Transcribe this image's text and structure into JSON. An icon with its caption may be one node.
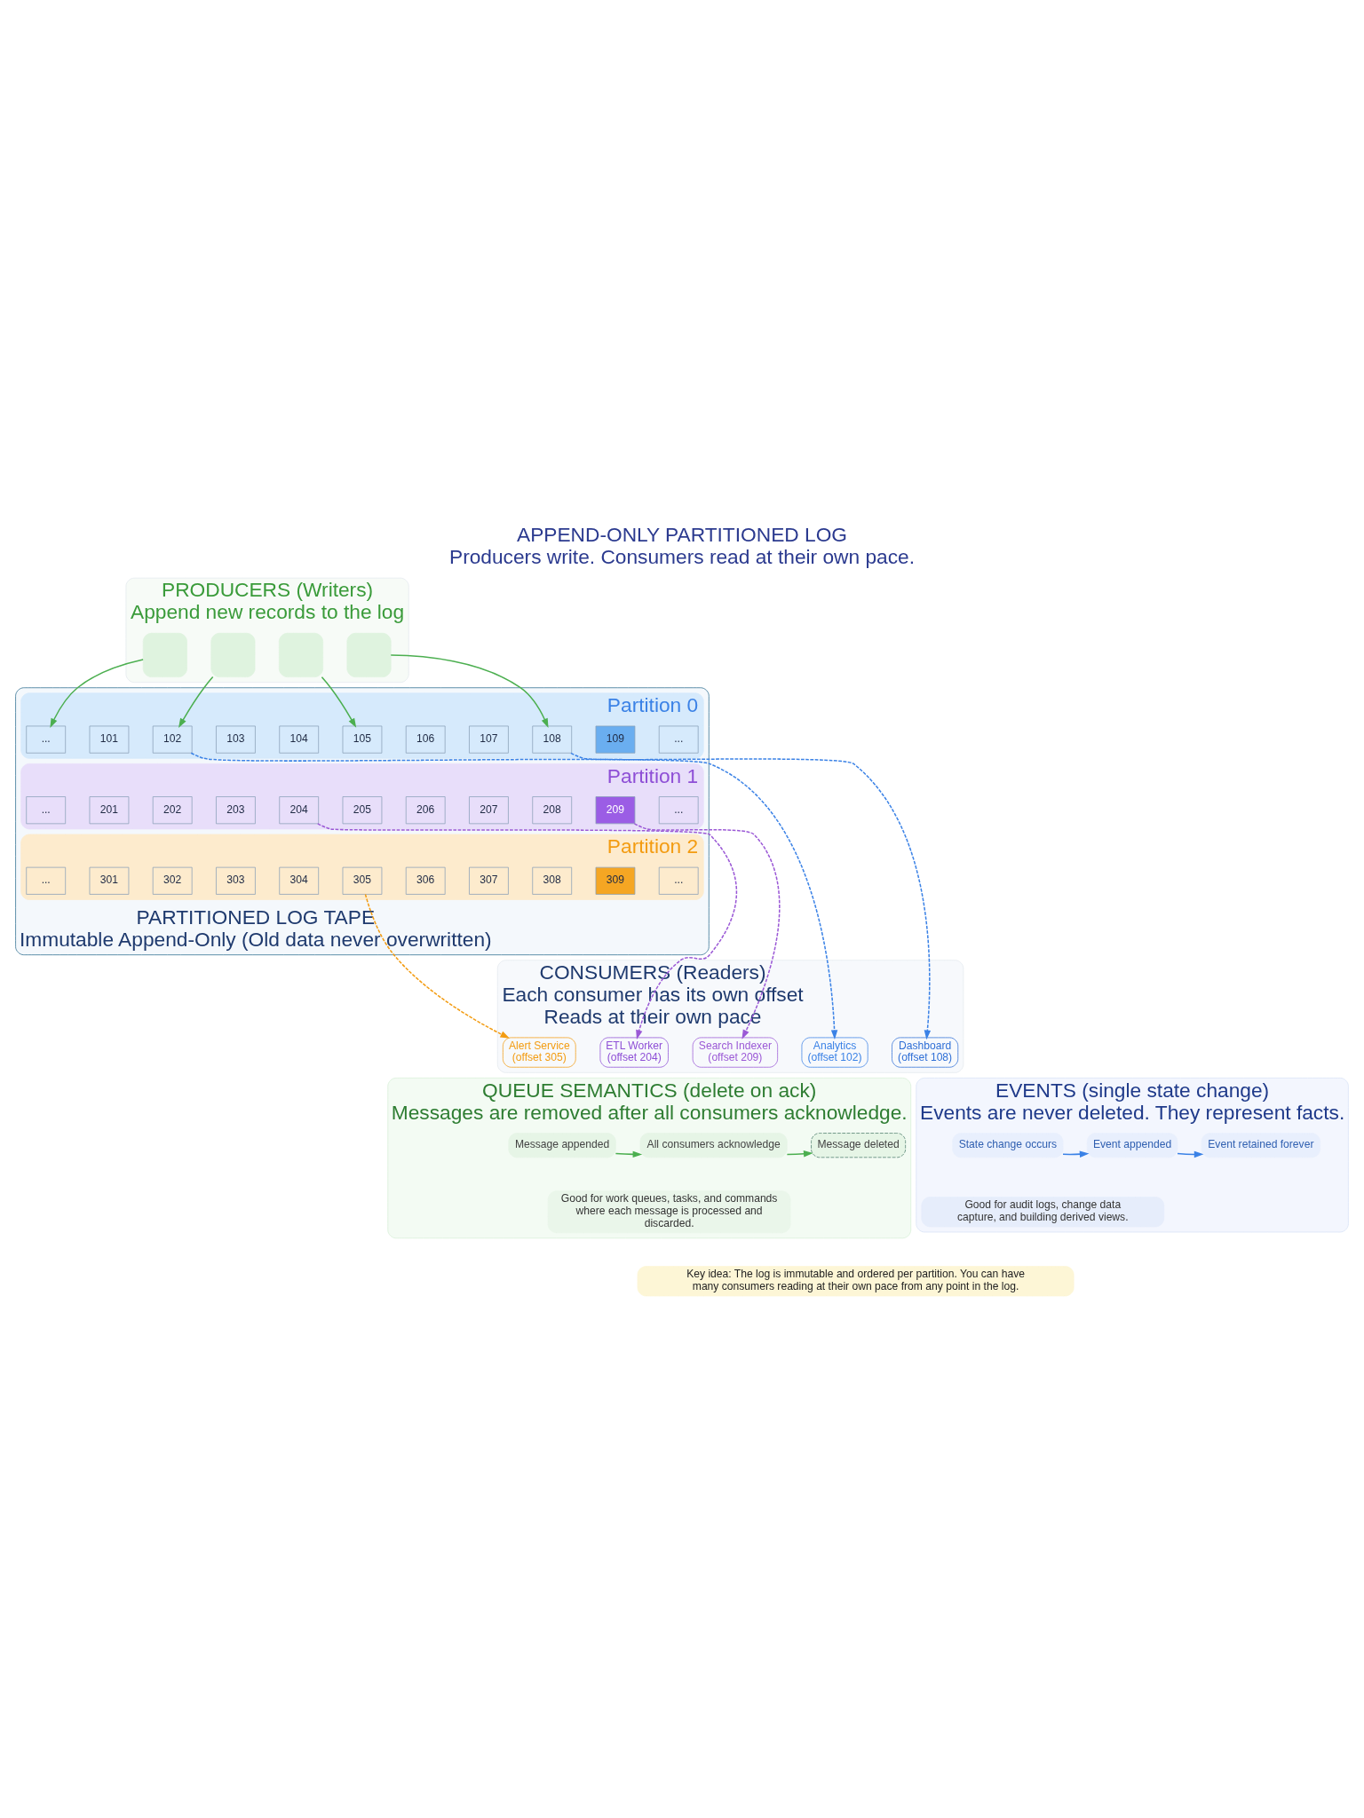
{
  "diagram": {
    "title": "APPEND-ONLY PARTITIONED LOG",
    "caption": "Producers write. Consumers read at their own pace.",
    "nodes": [
      {
        "text": [
          "PRODUCERS (Writers)",
          "Append new records to the log"
        ]
      },
      {
        "text": [],
        "shape": "box",
        "in": 0
      },
      {
        "text": [],
        "shape": "box",
        "in": 0
      },
      {
        "text": [],
        "shape": "box",
        "in": 0
      },
      {
        "text": [],
        "shape": "box",
        "in": 0
      },
      {
        "text": [
          "PARTITIONED LOG TAPE",
          "Immutable Append-Only (Old data never overwritten)"
        ]
      },
      {
        "text": [
          "Partition 0"
        ],
        "in": 5
      },
      {
        "text": [
          "..."
        ],
        "in": 6
      },
      {
        "text": [
          "101"
        ],
        "in": 6
      },
      {
        "text": [
          "102"
        ],
        "in": 6
      },
      {
        "text": [
          "103"
        ],
        "in": 6
      },
      {
        "text": [
          "104"
        ],
        "in": 6
      },
      {
        "text": [
          "105"
        ],
        "in": 6
      },
      {
        "text": [
          "106"
        ],
        "in": 6
      },
      {
        "text": [
          "107"
        ],
        "in": 6
      },
      {
        "text": [
          "108"
        ],
        "in": 6
      },
      {
        "text": [
          "109"
        ],
        "in": 6
      },
      {
        "text": [
          "..."
        ],
        "in": 6
      },
      {
        "text": [
          "Partition 1"
        ],
        "in": 5
      },
      {
        "text": [
          "..."
        ],
        "in": 18
      },
      {
        "text": [
          "201"
        ],
        "in": 18
      },
      {
        "text": [
          "202"
        ],
        "in": 18
      },
      {
        "text": [
          "203"
        ],
        "in": 18
      },
      {
        "text": [
          "204"
        ],
        "in": 18
      },
      {
        "text": [
          "205"
        ],
        "in": 18
      },
      {
        "text": [
          "206"
        ],
        "in": 18
      },
      {
        "text": [
          "207"
        ],
        "in": 18
      },
      {
        "text": [
          "208"
        ],
        "in": 18
      },
      {
        "text": [
          "209"
        ],
        "in": 18
      },
      {
        "text": [
          "..."
        ],
        "in": 18
      },
      {
        "text": [
          "Partition 2"
        ],
        "in": 5
      },
      {
        "text": [
          "..."
        ],
        "in": 30
      },
      {
        "text": [
          "301"
        ],
        "in": 30
      },
      {
        "text": [
          "302"
        ],
        "in": 30
      },
      {
        "text": [
          "303"
        ],
        "in": 30
      },
      {
        "text": [
          "304"
        ],
        "in": 30
      },
      {
        "text": [
          "305"
        ],
        "in": 30
      },
      {
        "text": [
          "306"
        ],
        "in": 30
      },
      {
        "text": [
          "307"
        ],
        "in": 30
      },
      {
        "text": [
          "308"
        ],
        "in": 30
      },
      {
        "text": [
          "309"
        ],
        "in": 30
      },
      {
        "text": [
          "..."
        ],
        "in": 30
      },
      {
        "text": [
          "CONSUMERS (Readers)",
          "Each consumer has its own offset",
          "Reads at their own pace"
        ]
      },
      {
        "text": [
          "Analytics",
          "(offset 102)"
        ],
        "in": 42
      },
      {
        "text": [
          "ETL Worker",
          "(offset 204)"
        ],
        "in": 42
      },
      {
        "text": [
          "Alert Service",
          "(offset 305)"
        ],
        "in": 42
      },
      {
        "text": [
          "Dashboard",
          "(offset 108)"
        ],
        "in": 42
      },
      {
        "text": [
          "Search Indexer",
          "(offset 209)"
        ],
        "in": 42
      },
      {
        "text": [
          "QUEUE SEMANTICS (delete on ack)",
          "Messages are removed after all consumers acknowledge."
        ]
      },
      {
        "text": [
          "Message appended"
        ],
        "in": 48
      },
      {
        "text": [
          "All consumers acknowledge"
        ],
        "in": 48
      },
      {
        "text": [
          "Message deleted"
        ],
        "in": 48
      },
      {
        "text": [
          "Good for work queues, tasks, and commands where each message is processed and discarded."
        ],
        "in": 48
      },
      {
        "text": [
          "EVENTS (single state change)",
          "Events are never deleted. They represent facts."
        ]
      },
      {
        "text": [
          "State change occurs"
        ],
        "in": 53
      },
      {
        "text": [
          "Event appended"
        ],
        "in": 53
      },
      {
        "text": [
          "Event retained forever"
        ],
        "in": 53
      },
      {
        "text": [
          "Good for audit logs, change data capture, and building derived views."
        ],
        "in": 53
      },
      {
        "text": [
          "Key idea: The log is immutable and ordered per partition. You can have many consumers reading at their own pace from any point in the log."
        ]
      }
    ],
    "edges": [
      {
        "from": 1,
        "to": 7,
        "arrow": "to",
        "color": "#4caf50"
      },
      {
        "from": 2,
        "to": 9,
        "arrow": "to",
        "color": "#4caf50"
      },
      {
        "from": 3,
        "to": 12,
        "arrow": "to",
        "color": "#4caf50"
      },
      {
        "from": 4,
        "to": 15,
        "arrow": "to",
        "color": "#4caf50"
      },
      {
        "from": 9,
        "to": 43,
        "arrow": "to",
        "style": "dashed",
        "color": "#3b82e6"
      },
      {
        "from": 23,
        "to": 44,
        "arrow": "to",
        "style": "dashed",
        "color": "#9b59d6"
      },
      {
        "from": 36,
        "to": 45,
        "arrow": "to",
        "style": "dashed",
        "color": "#f39c12"
      },
      {
        "from": 15,
        "to": 46,
        "arrow": "to",
        "style": "dashed",
        "color": "#3b82e6"
      },
      {
        "from": 28,
        "to": 47,
        "arrow": "to",
        "style": "dashed",
        "color": "#9b59d6"
      },
      {
        "from": 49,
        "to": 50,
        "arrow": "to",
        "color": "#4caf50"
      },
      {
        "from": 50,
        "to": 51,
        "arrow": "to",
        "color": "#4caf50"
      },
      {
        "from": 54,
        "to": 55,
        "arrow": "to",
        "color": "#3b82e6"
      },
      {
        "from": 55,
        "to": 56,
        "arrow": "to",
        "color": "#3b82e6"
      }
    ]
  }
}
